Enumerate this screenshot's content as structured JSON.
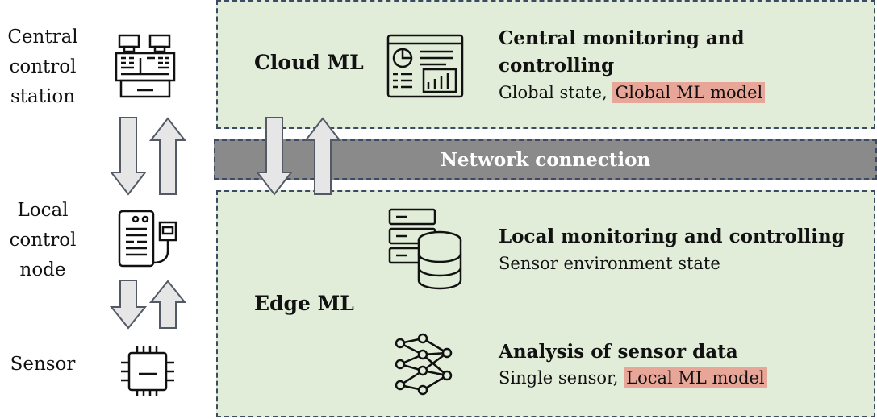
{
  "left_column": {
    "central_label": "Central control station",
    "local_label": "Local control node",
    "sensor_label": "Sensor"
  },
  "cloud": {
    "tier_label": "Cloud ML",
    "title_line1": "Central monitoring and",
    "title_line2": "controlling",
    "desc_plain": "Global state, ",
    "desc_highlight": "Global ML model"
  },
  "network": {
    "label": "Network connection"
  },
  "edge": {
    "tier_label": "Edge ML",
    "local_title": "Local monitoring and controlling",
    "local_desc": "Sensor environment state",
    "analysis_title": "Analysis of sensor data",
    "analysis_desc_plain": "Single sensor, ",
    "analysis_desc_highlight": "Local ML model"
  },
  "colors": {
    "panel_fill": "#e1ecd9",
    "network_fill": "#8a8a8a",
    "highlight": "#e8a698",
    "arrow_fill": "#e6e6e6",
    "dashed_border": "#3d4a63"
  },
  "icons": [
    "control-station-icon",
    "control-node-icon",
    "chip-icon",
    "dashboard-icon",
    "server-database-icon",
    "neural-network-icon"
  ]
}
